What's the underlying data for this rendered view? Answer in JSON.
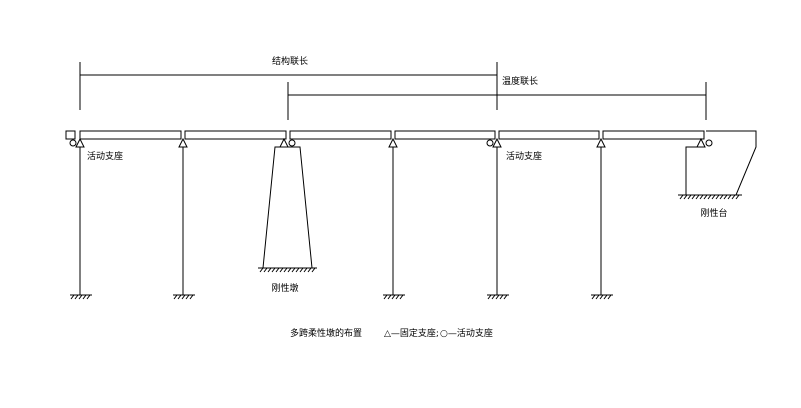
{
  "labels": {
    "structure_length": "结构联长",
    "temperature_length": "温度联长",
    "movable_support_left": "活动支座",
    "movable_support_mid": "活动支座",
    "rigid_pier": "刚性墩",
    "rigid_abutment": "刚性台"
  },
  "caption": {
    "title": "多跨柔性墩的布置",
    "legend_fixed": "△—固定支座;",
    "legend_movable": "○—活动支座"
  }
}
